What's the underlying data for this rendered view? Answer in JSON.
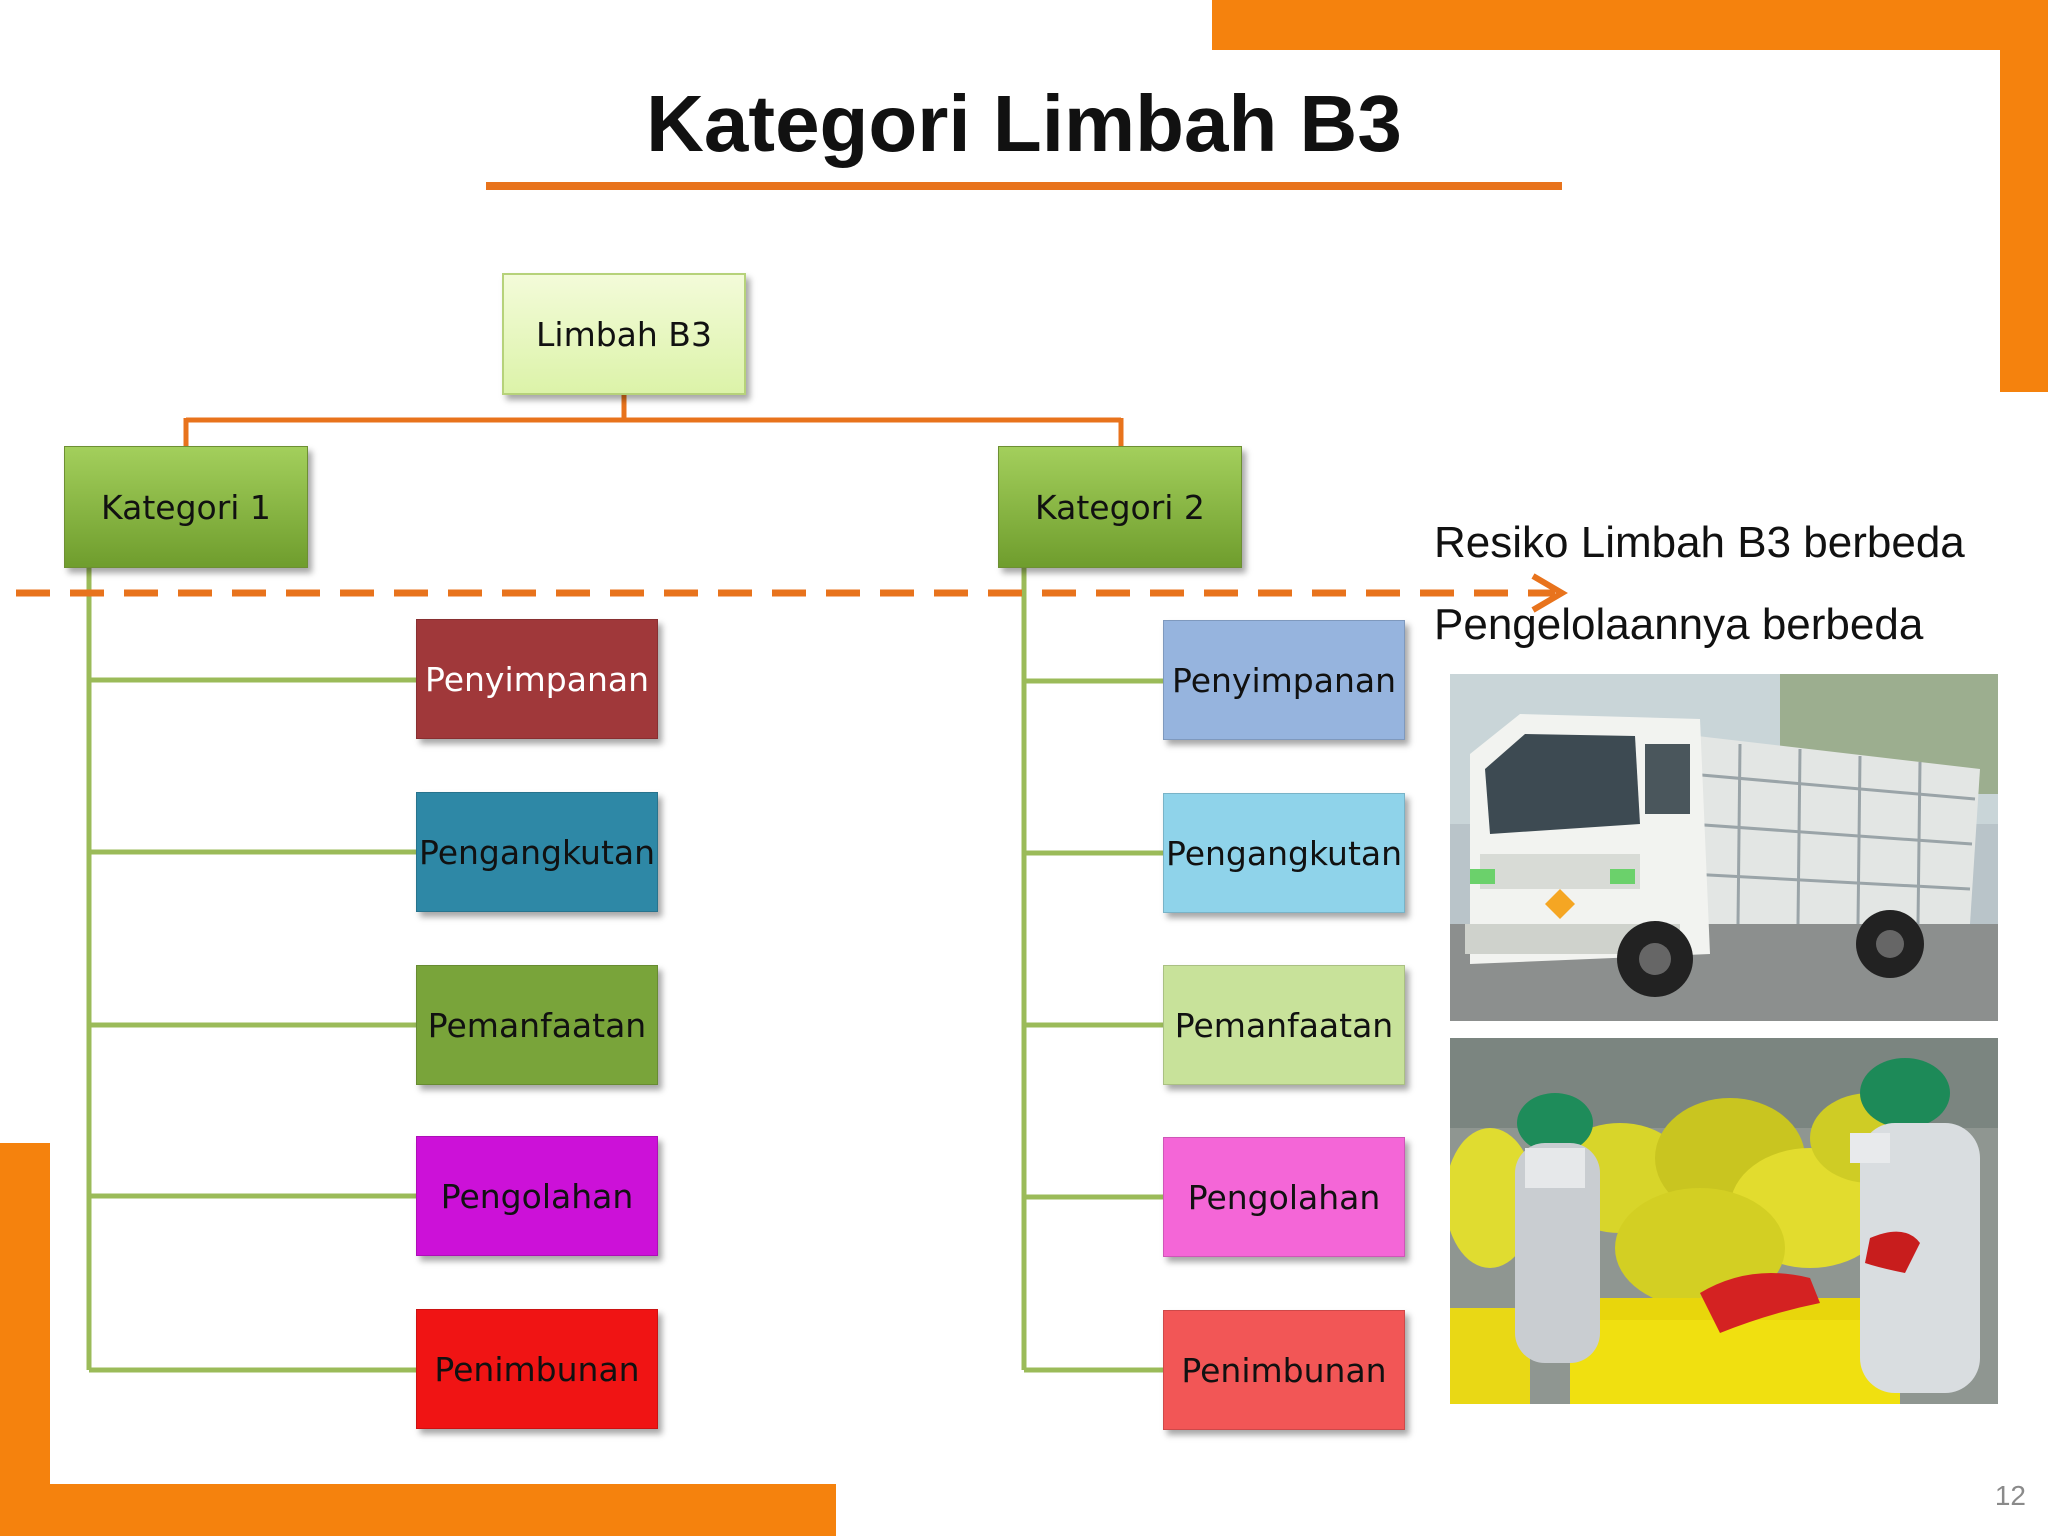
{
  "title": "Kategori Limbah B3",
  "root": "Limbah B3",
  "categories": [
    {
      "label": "Kategori 1",
      "leaves": [
        {
          "label": "Penyimpanan",
          "color": "#a0383a",
          "text_color": "#ffffff"
        },
        {
          "label": "Pengangkutan",
          "color": "#2e88a6",
          "text_color": "#111111"
        },
        {
          "label": "Pemanfaatan",
          "color": "#79a43a",
          "text_color": "#111111"
        },
        {
          "label": "Pengolahan",
          "color": "#cc11d8",
          "text_color": "#111111"
        },
        {
          "label": "Penimbunan",
          "color": "#f01414",
          "text_color": "#111111"
        }
      ]
    },
    {
      "label": "Kategori 2",
      "leaves": [
        {
          "label": "Penyimpanan",
          "color": "#96b4de",
          "text_color": "#111111"
        },
        {
          "label": "Pengangkutan",
          "color": "#8fd3ea",
          "text_color": "#111111"
        },
        {
          "label": "Pemanfaatan",
          "color": "#c8e29a",
          "text_color": "#111111"
        },
        {
          "label": "Pengolahan",
          "color": "#f466d7",
          "text_color": "#111111"
        },
        {
          "label": "Penimbunan",
          "color": "#f25656",
          "text_color": "#111111"
        }
      ]
    }
  ],
  "side_text": {
    "line1": "Resiko Limbah B3 berbeda",
    "line2": "Pengelolaannya berbeda"
  },
  "photos": [
    {
      "subject": "truck"
    },
    {
      "subject": "workers-with-yellow-waste-bags"
    }
  ],
  "page_number": "12",
  "colors": {
    "accent": "#f5820d",
    "connector_orange": "#e8731c",
    "connector_green": "#9bbb59"
  }
}
